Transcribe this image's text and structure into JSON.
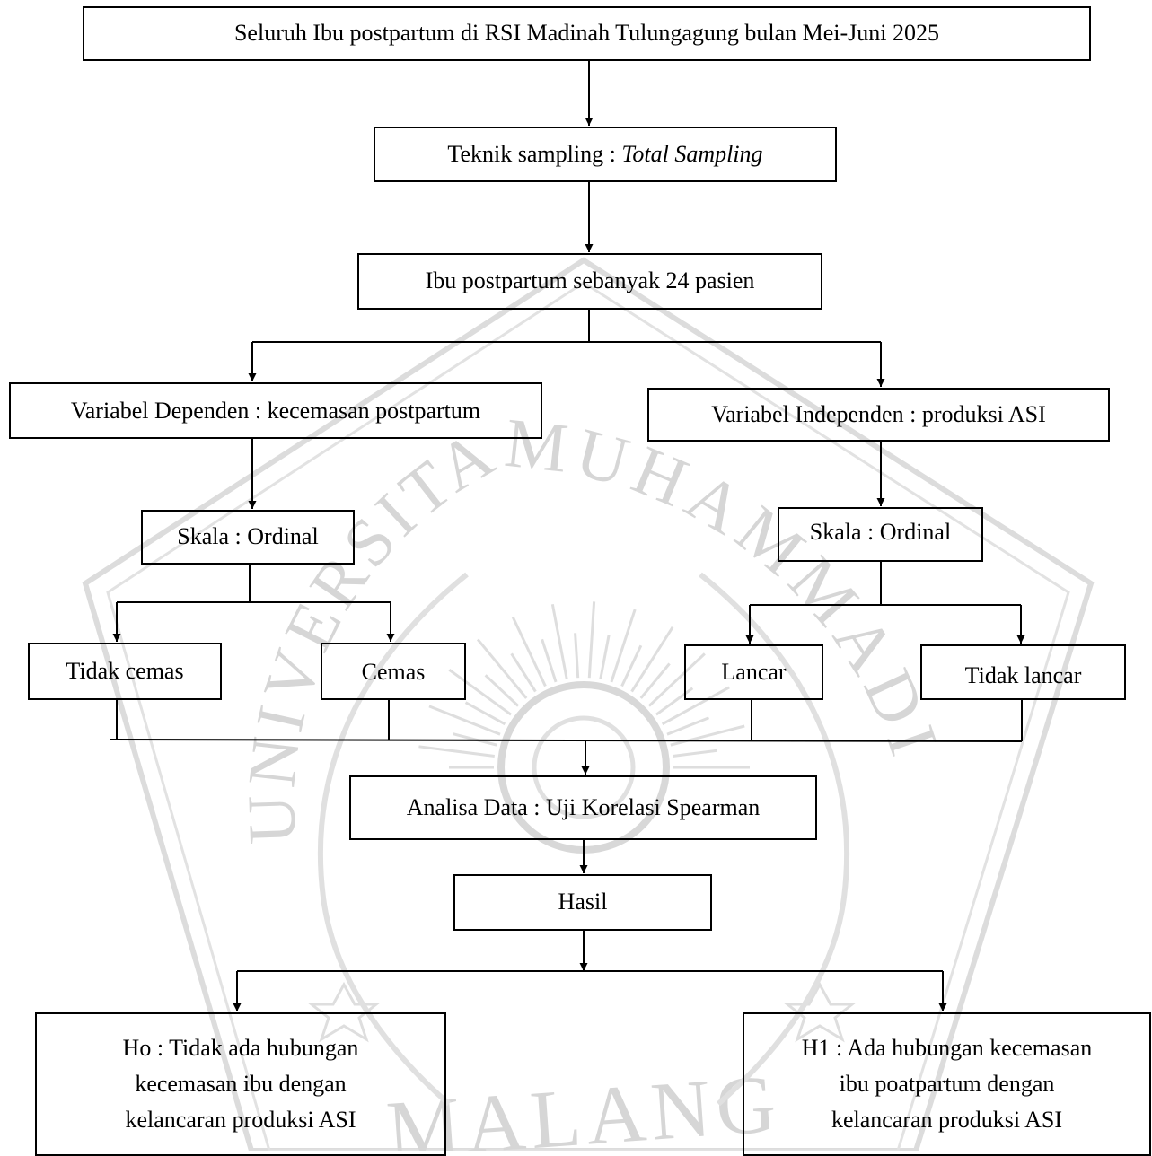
{
  "diagram": {
    "population": "Seluruh Ibu postpartum di RSI Madinah Tulungagung bulan Mei-Juni 2025",
    "sampling": {
      "label": "Teknik sampling : ",
      "method": "Total Sampling"
    },
    "sample": "Ibu postpartum sebanyak 24 pasien",
    "dependent_variable": "Variabel Dependen : kecemasan postpartum",
    "independent_variable": "Variabel Independen : produksi ASI",
    "scale_left": "Skala : Ordinal",
    "scale_right": "Skala : Ordinal",
    "category_not_anxious": "Tidak cemas",
    "category_anxious": "Cemas",
    "category_smooth": "Lancar",
    "category_not_smooth": "Tidak lancar",
    "analysis": "Analisa Data : Uji Korelasi Spearman",
    "result": "Hasil",
    "h0": "Ho : Tidak ada hubungan\nkecemasan ibu dengan\nkelancaran produksi ASI",
    "h1": "H1 : Ada hubungan kecemasan\nibu poatpartum dengan\nkelancaran produksi ASI"
  },
  "watermark": {
    "text_top": "MUHAMMADIYAH",
    "text_left": "UNIVERSITAS",
    "text_bottom": "MALANG",
    "color": "#d6d6d6"
  },
  "colors": {
    "line": "#000000",
    "background": "#ffffff"
  }
}
